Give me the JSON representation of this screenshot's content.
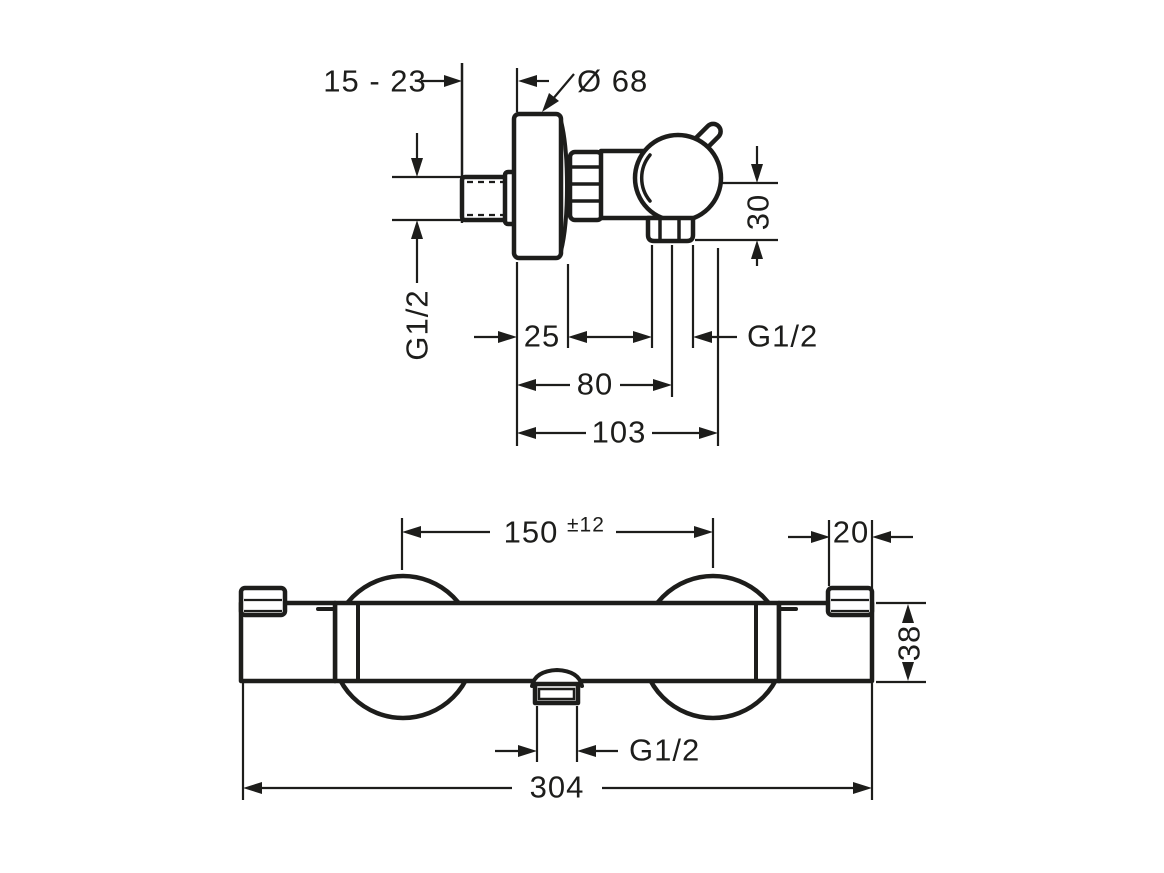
{
  "side_view": {
    "wall_offset": "15 - 23",
    "escutcheon_diameter": "Ø 68",
    "inlet_thread": "G1/2",
    "escutcheon_depth": "25",
    "outlet_thread": "G1/2",
    "outlet_center_distance": "80",
    "overall_depth": "103",
    "outlet_drop": "30"
  },
  "front_view": {
    "connection_centers": "150",
    "connection_tolerance": "±12",
    "handle_grip_width": "20",
    "body_height": "38",
    "outlet_thread": "G1/2",
    "overall_width": "304"
  },
  "colors": {
    "line": "#1d1d1b",
    "background": "#ffffff"
  }
}
